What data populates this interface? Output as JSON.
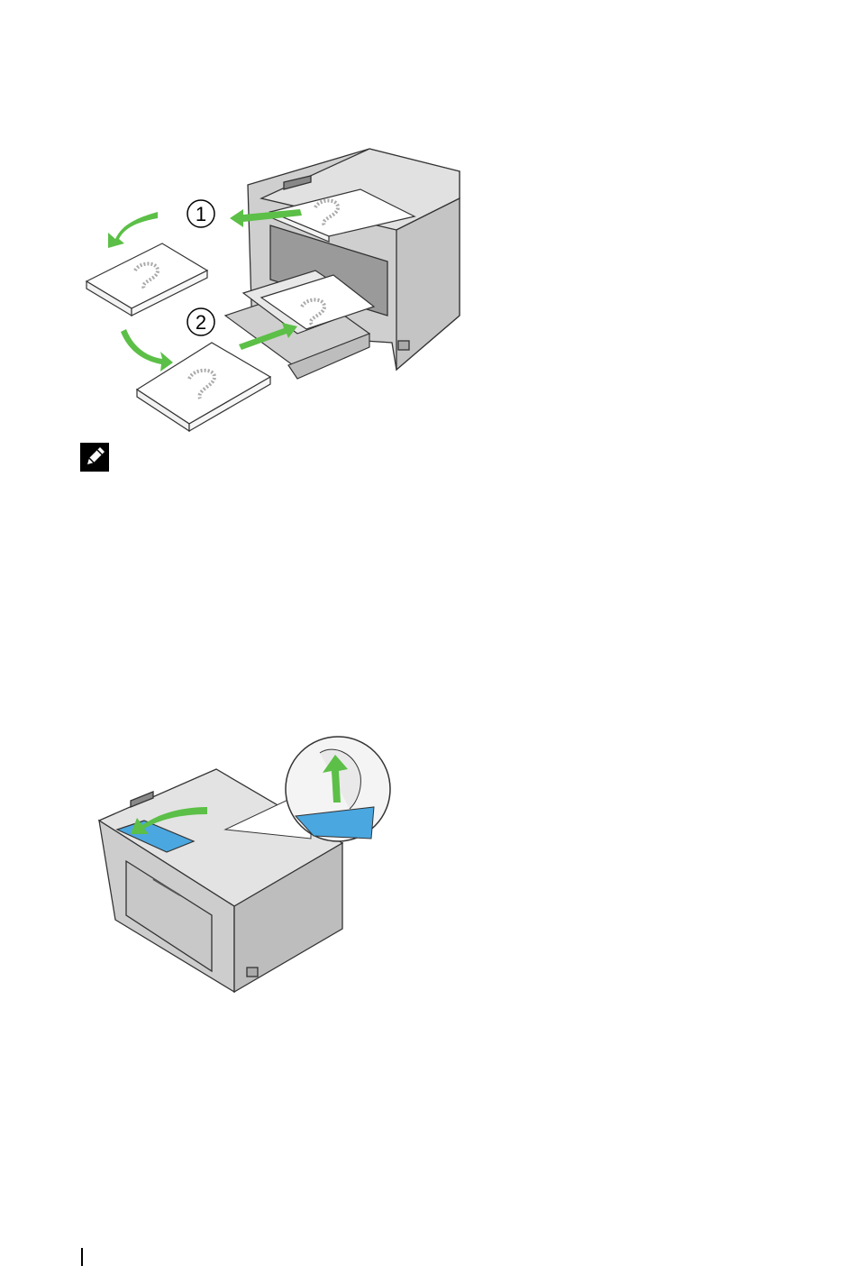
{
  "figure_1": {
    "step_labels": [
      "1",
      "2"
    ],
    "arrow_color": "#5cbf47",
    "paper_mark": "2"
  },
  "note": {
    "icon": "pencil-note-icon"
  },
  "figure_2": {
    "highlight_color": "#4aa7e0",
    "arrow_color": "#5cbf47"
  },
  "footer": {
    "icon": "vertical-rule"
  }
}
